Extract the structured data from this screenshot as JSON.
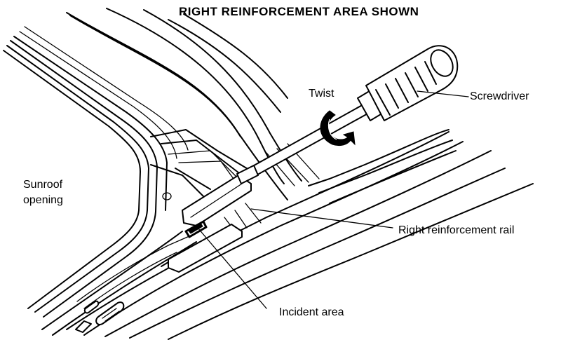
{
  "title": "RIGHT REINFORCEMENT AREA SHOWN",
  "labels": {
    "twist": "Twist",
    "screwdriver": "Screwdriver",
    "sunroof_line1": "Sunroof",
    "sunroof_line2": "opening",
    "reinforcement_rail": "Right reinforcement rail",
    "incident_area": "Incident area"
  }
}
